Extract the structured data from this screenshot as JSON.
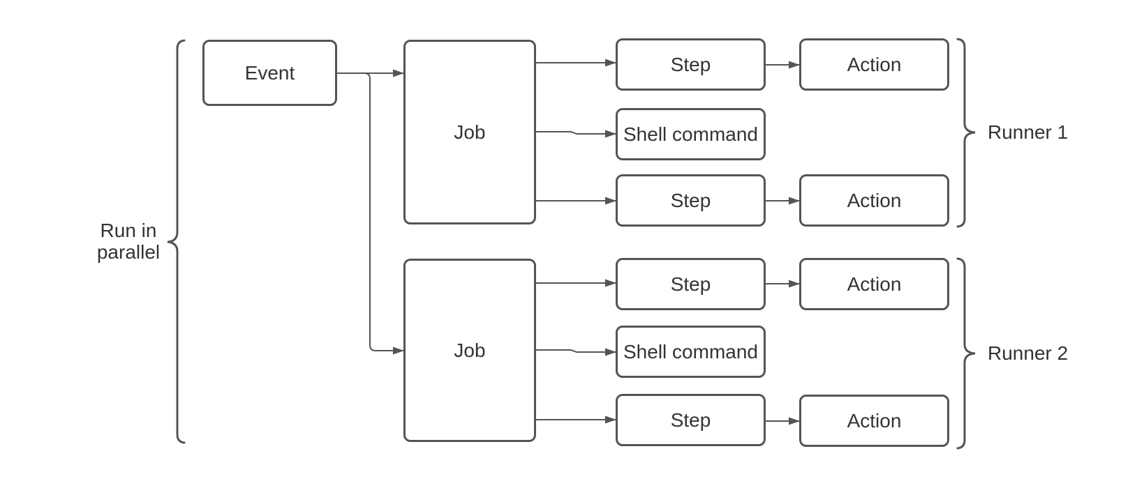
{
  "colors": {
    "stroke": "#545454",
    "text": "#333333",
    "canvas": "#ffffff"
  },
  "parallel_label": {
    "line1": "Run in",
    "line2": "parallel"
  },
  "event_label": "Event",
  "runners": [
    {
      "label": "Runner 1",
      "job": "Job",
      "rows": [
        {
          "step": "Step",
          "action": "Action"
        },
        {
          "step": "Shell command"
        },
        {
          "step": "Step",
          "action": "Action"
        }
      ]
    },
    {
      "label": "Runner 2",
      "job": "Job",
      "rows": [
        {
          "step": "Step",
          "action": "Action"
        },
        {
          "step": "Shell command"
        },
        {
          "step": "Step",
          "action": "Action"
        }
      ]
    }
  ],
  "edges": [
    {
      "from": "event",
      "to": "job-1"
    },
    {
      "from": "event",
      "to": "job-2"
    },
    {
      "from": "job-1",
      "to": "step-1-1"
    },
    {
      "from": "job-1",
      "to": "shell-command-1"
    },
    {
      "from": "job-1",
      "to": "step-1-2"
    },
    {
      "from": "step-1-1",
      "to": "action-1-1"
    },
    {
      "from": "step-1-2",
      "to": "action-1-2"
    },
    {
      "from": "job-2",
      "to": "step-2-1"
    },
    {
      "from": "job-2",
      "to": "shell-command-2"
    },
    {
      "from": "job-2",
      "to": "step-2-2"
    },
    {
      "from": "step-2-1",
      "to": "action-2-1"
    },
    {
      "from": "step-2-2",
      "to": "action-2-2"
    }
  ]
}
